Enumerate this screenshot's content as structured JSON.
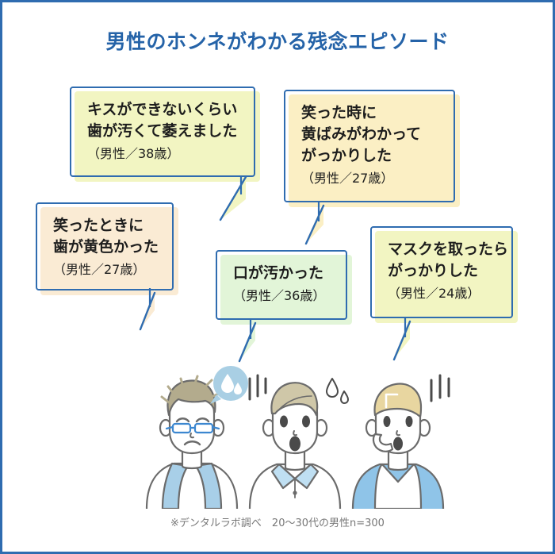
{
  "page": {
    "title": "男性のホンネがわかる残念エピソード",
    "footnote": "※デンタルラボ調べ　20〜30代の男性n=300",
    "frame_color": "#2f6cb0",
    "title_color": "#2563a8",
    "background": "#ffffff"
  },
  "bubbles": [
    {
      "id": "bubble-1",
      "lines": [
        "キスができないくらい",
        "歯が汚くて萎えました"
      ],
      "attribution": "（男性／38歳）",
      "fill": "#f2f5c2",
      "border": "#2f6cb0"
    },
    {
      "id": "bubble-2",
      "lines": [
        "笑った時に",
        "黄ばみがわかって",
        "がっかりした"
      ],
      "attribution": "（男性／27歳）",
      "fill": "#fbefc4",
      "border": "#2f6cb0"
    },
    {
      "id": "bubble-3",
      "lines": [
        "笑ったときに",
        "歯が黄色かった"
      ],
      "attribution": "（男性／27歳）",
      "fill": "#faebd4",
      "border": "#2f6cb0"
    },
    {
      "id": "bubble-4",
      "lines": [
        "口が汚かった"
      ],
      "attribution": "（男性／36歳）",
      "fill": "#e2f5d8",
      "border": "#2f6cb0"
    },
    {
      "id": "bubble-5",
      "lines": [
        "マスクを取ったら",
        "がっかりした"
      ],
      "attribution": "（男性／24歳）",
      "fill": "#f2f5c2",
      "border": "#2f6cb0"
    }
  ],
  "illustration": {
    "figures": [
      {
        "name": "man-with-glasses",
        "expression": "downcast",
        "hair_color": "#b3ab8d",
        "shirt_color": "#a8cfe8",
        "accessory": "glasses",
        "effect": "sweat-thought-bubble"
      },
      {
        "name": "man-shocked",
        "expression": "open-mouth-shock",
        "hair_color": "#cfc7a8",
        "shirt_color": "#ffffff",
        "collar_color": "#a8cfe8",
        "effect": "shock-lines-and-sweat"
      },
      {
        "name": "man-blond-worried",
        "expression": "worried-hand-to-chin",
        "hair_color": "#e8d6a0",
        "shirt_color": "#8fc4e8",
        "effect": "shock-lines"
      }
    ],
    "sweat_bubble_color": "#a9cfe4",
    "line_color": "#6b6b6b"
  }
}
